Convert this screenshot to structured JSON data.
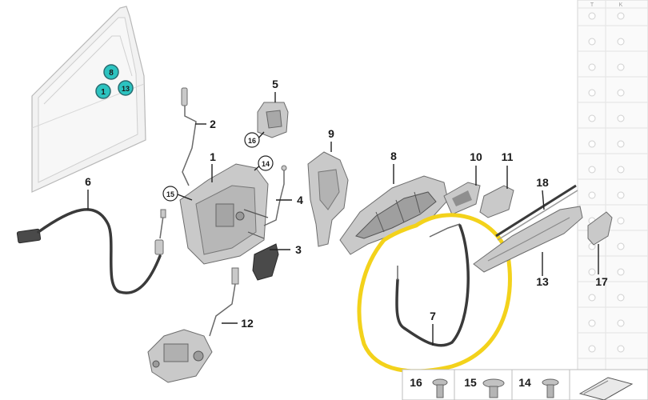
{
  "legend_cols": [
    "T",
    "K"
  ],
  "callouts": {
    "c1": "1",
    "c2": "2",
    "c3": "3",
    "c4": "4",
    "c5": "5",
    "c6": "6",
    "c7": "7",
    "c8": "8",
    "c9": "9",
    "c10": "10",
    "c11": "11",
    "c12": "12",
    "c13": "13",
    "c14": "14",
    "c15": "15",
    "c16": "16",
    "c17": "17",
    "c18": "18"
  },
  "door_markers": [
    "8",
    "1",
    "13"
  ],
  "fastener_labels": [
    "16",
    "15",
    "14"
  ],
  "colors": {
    "highlight": "#f3d21b",
    "marker_fill": "#2cc3c0",
    "marker_stroke": "#2a6c70",
    "part_fill": "#c9c9c9",
    "cable": "#3a3a3a"
  }
}
